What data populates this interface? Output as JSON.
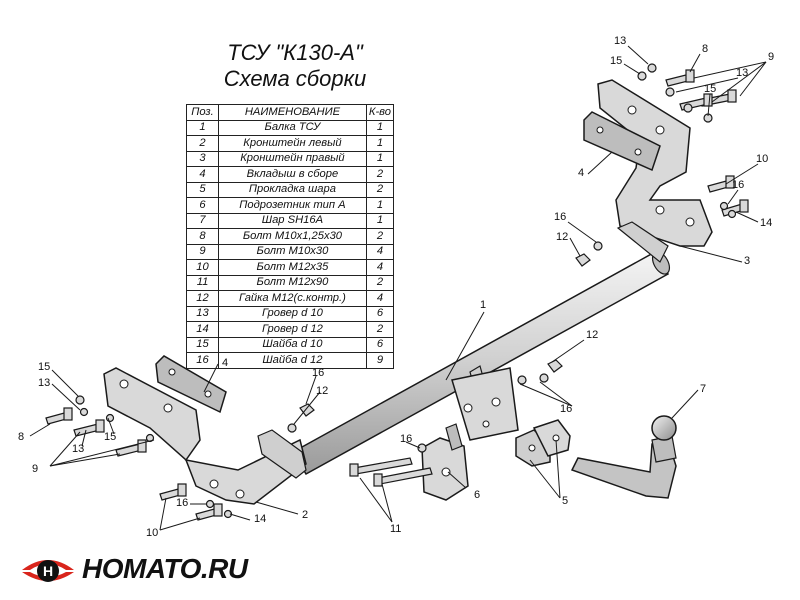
{
  "title": "ТСУ \"К130-А\"",
  "subtitle": "Схема сборки",
  "table": {
    "headers": [
      "Поз.",
      "НАИМЕНОВАНИЕ",
      "К-во"
    ],
    "rows": [
      [
        "1",
        "Балка ТСУ",
        "1"
      ],
      [
        "2",
        "Кронштейн левый",
        "1"
      ],
      [
        "3",
        "Кронштейн правый",
        "1"
      ],
      [
        "4",
        "Вкладыш в сборе",
        "2"
      ],
      [
        "5",
        "Прокладка шара",
        "2"
      ],
      [
        "6",
        "Подрозетник тип А",
        "1"
      ],
      [
        "7",
        "Шар SH16A",
        "1"
      ],
      [
        "8",
        "Болт M10x1,25x30",
        "2"
      ],
      [
        "9",
        "Болт M10x30",
        "4"
      ],
      [
        "10",
        "Болт M12x35",
        "4"
      ],
      [
        "11",
        "Болт M12x90",
        "2"
      ],
      [
        "12",
        "Гайка M12(с.контр.)",
        "4"
      ],
      [
        "13",
        "Гровер d 10",
        "6"
      ],
      [
        "14",
        "Гровер d 12",
        "2"
      ],
      [
        "15",
        "Шайба d 10",
        "6"
      ],
      [
        "16",
        "Шайба d 12",
        "9"
      ]
    ]
  },
  "callouts": [
    "13",
    "8",
    "15",
    "9",
    "13",
    "15",
    "4",
    "10",
    "16",
    "14",
    "16",
    "12",
    "3",
    "1",
    "12",
    "16",
    "15",
    "13",
    "4",
    "16",
    "12",
    "8",
    "15",
    "13",
    "9",
    "16",
    "7",
    "6",
    "5",
    "16",
    "14",
    "10",
    "2",
    "11",
    "2"
  ],
  "logo": {
    "text": "HOMATO.RU"
  },
  "colors": {
    "part_fill": "#d9d9d9",
    "part_stroke": "#1a1a1a",
    "logo_red": "#d9251c"
  }
}
